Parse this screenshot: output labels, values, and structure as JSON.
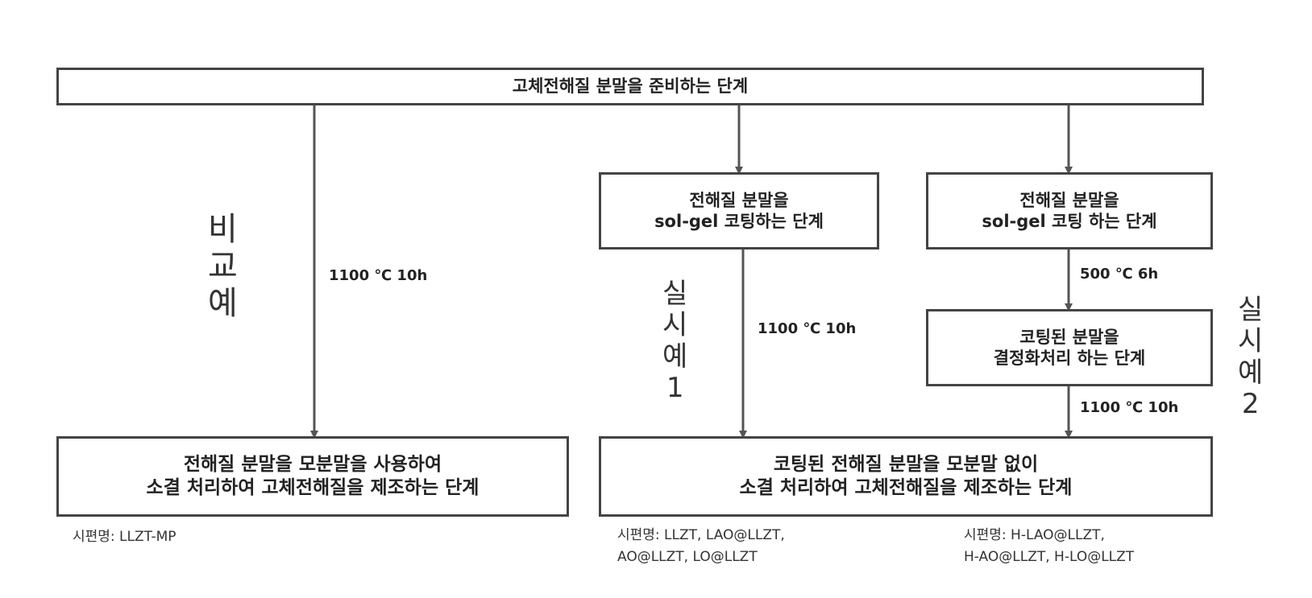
{
  "boxes": {
    "prepare": "고체전해질 분말을 준비하는 단계",
    "solgel1": {
      "line1": "전해질 분말을",
      "line2": "sol-gel 코팅하는 단계"
    },
    "solgel2": {
      "line1": "전해질 분말을",
      "line2": "sol-gel 코팅 하는 단계"
    },
    "crystal": {
      "line1": "코팅된 분말을",
      "line2": "결정화처리 하는 단계"
    },
    "sinter_mp": {
      "line1": "전해질 분말을 모분말을 사용하여",
      "line2": "소결 처리하여 고체전해질을 제조하는 단계"
    },
    "sinter_nomp": {
      "line1": "코팅된 전해질 분말을 모분말 없이",
      "line2": "소결 처리하여 고체전해질을 제조하는 단계"
    }
  },
  "conditions": {
    "comparative": "1100 ℃ 10h",
    "example1": "1100 ℃ 10h",
    "crystallize": "500 ℃ 6h",
    "example2": "1100 ℃ 10h"
  },
  "side_labels": {
    "comparative": [
      "비",
      "교",
      "예"
    ],
    "example1": [
      "실",
      "시",
      "예",
      "1"
    ],
    "example2": [
      "실",
      "시",
      "예",
      "2"
    ]
  },
  "samples": {
    "comparative": "시편명: LLZT-MP",
    "example1": {
      "line1": "시편명: LLZT, LAO@LLZT,",
      "line2": "AO@LLZT, LO@LLZT"
    },
    "example2": {
      "line1": "시편명: H-LAO@LLZT,",
      "line2": "H-AO@LLZT, H-LO@LLZT"
    }
  }
}
